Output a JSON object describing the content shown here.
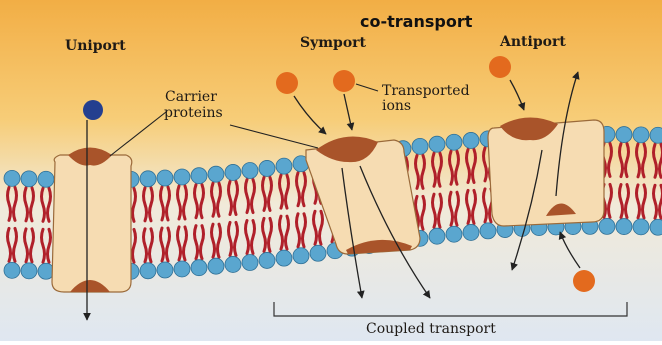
{
  "diagram": {
    "title": "co-transport",
    "labels": {
      "uniport": "Uniport",
      "symport": "Symport",
      "antiport": "Antiport",
      "carrier_line1": "Carrier",
      "carrier_line2": "proteins",
      "transported_line1": "Transported",
      "transported_line2": "ions",
      "coupled": "Coupled transport"
    },
    "colors": {
      "background_top": "#f3b64f",
      "background_bottom": "#e4eaf2",
      "phospholipid_head": "#5aa6cf",
      "phospholipid_tail": "#b0202a",
      "carrier_protein": "#f6dcb2",
      "binding_site": "#a9542a",
      "ion_orange": "#e36a1e",
      "ion_blue": "#243f8f"
    }
  }
}
